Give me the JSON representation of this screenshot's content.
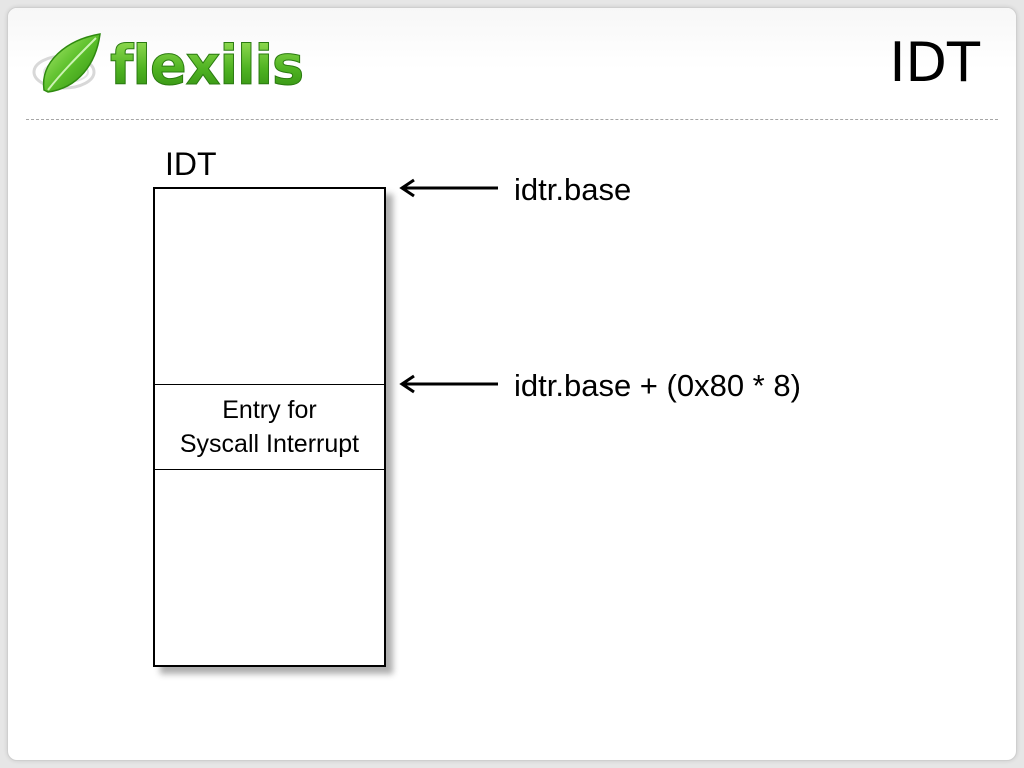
{
  "header": {
    "logo_text": "flexilis",
    "title": "IDT"
  },
  "diagram": {
    "table_label": "IDT",
    "entry": {
      "line1": "Entry for",
      "line2": "Syscall Interrupt"
    },
    "pointers": [
      {
        "label": "idtr.base"
      },
      {
        "label": "idtr.base + (0x80 * 8)"
      }
    ]
  },
  "colors": {
    "logo_green": "#5bbf2a",
    "logo_green_dark": "#2f8a10",
    "text": "#000000",
    "divider": "#a6a6a6"
  }
}
